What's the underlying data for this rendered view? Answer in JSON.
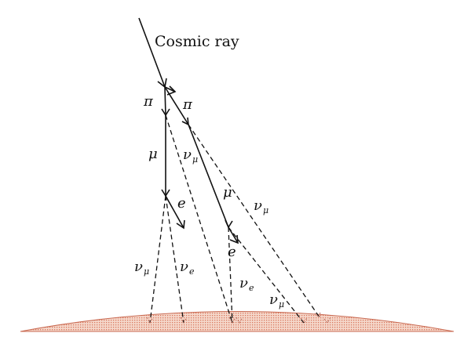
{
  "labels": {
    "cosmic_ray": "Cosmic ray",
    "pion": "π",
    "muon": "μ",
    "electron": "e",
    "nu": "ν",
    "mu_sub": "μ",
    "e_sub": "e"
  },
  "colors": {
    "line": "#111111",
    "ground_fill": "#f1c9b8",
    "ground_dot": "#d9785f",
    "ground_edge": "#c96a52"
  }
}
